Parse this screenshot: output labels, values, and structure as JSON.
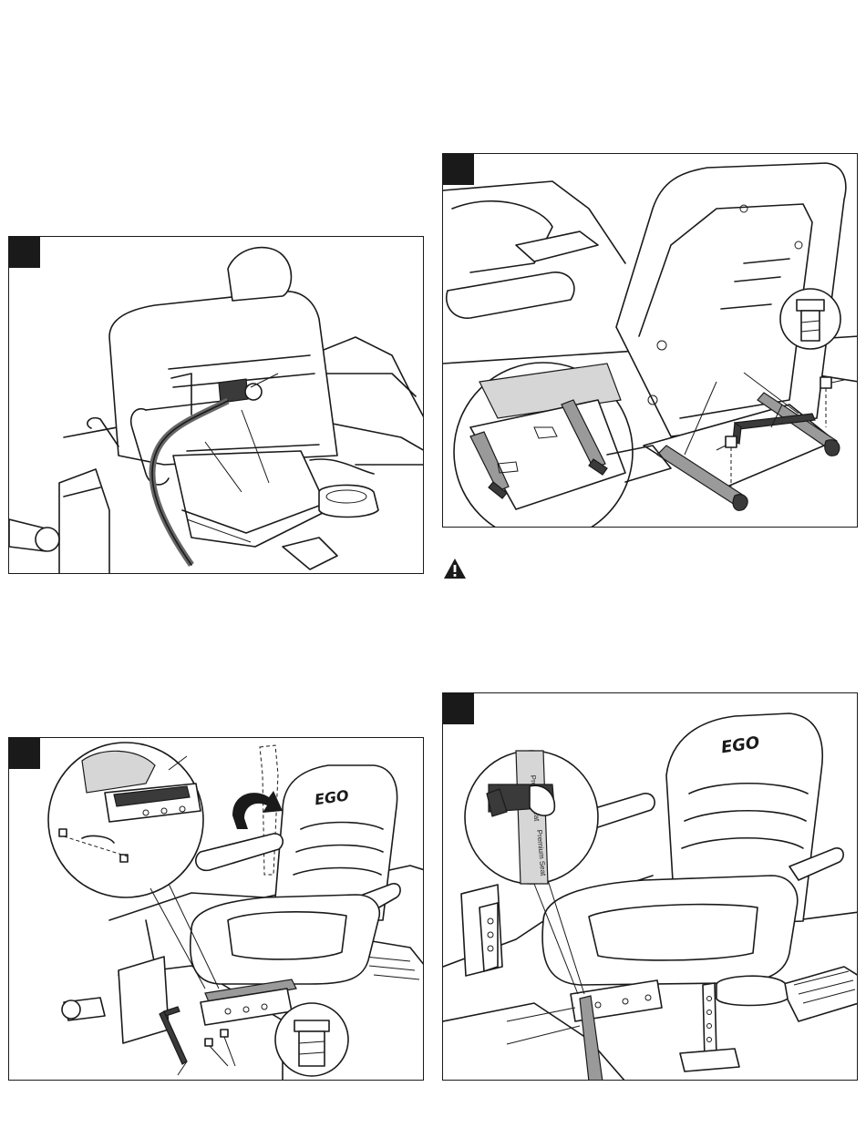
{
  "figures": [
    {
      "id": "fig-a",
      "tag": ""
    },
    {
      "id": "fig-b",
      "tag": ""
    },
    {
      "id": "fig-c",
      "tag": ""
    },
    {
      "id": "fig-d",
      "tag": ""
    }
  ],
  "branding": {
    "seat_logo": "EGO"
  },
  "strap": {
    "printed_text_1": "Premium Seat",
    "printed_text_2": "Premium Seat"
  },
  "warning": {
    "icon": "warning-triangle-icon",
    "color": "#1a1a1a"
  },
  "colors": {
    "line": "#1a1a1a",
    "shade": "#9a9a9a",
    "dark": "#3a3a3a"
  }
}
